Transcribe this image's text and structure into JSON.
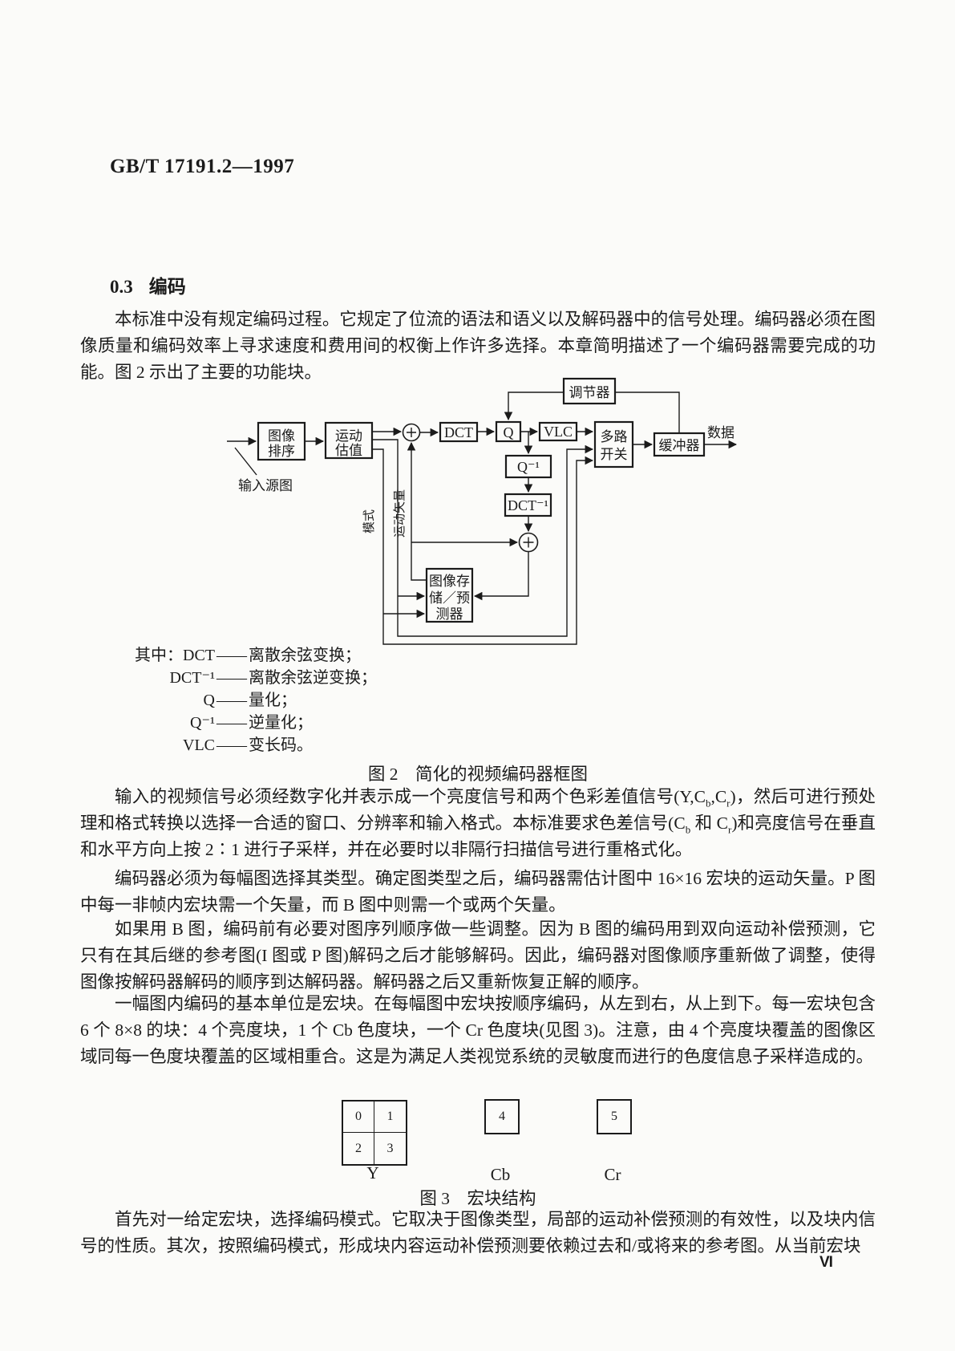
{
  "page": {
    "code": "GB/T 17191.2—1997",
    "number": "VI"
  },
  "section": {
    "number": "0.3",
    "title": "编码"
  },
  "paragraphs": {
    "p1": "本标准中没有规定编码过程。它规定了位流的语法和语义以及解码器中的信号处理。编码器必须在图像质量和编码效率上寻求速度和费用间的权衡上作许多选择。本章简明描述了一个编码器需要完成的功能。图 2 示出了主要的功能块。",
    "p2_parts": [
      "输入的视频信号必须经数字化并表示成一个亮度信号和两个色彩差值信号(Y,C",
      "b",
      ",C",
      "r",
      ")，然后可进行预处理和格式转换以选择一合适的窗口、分辨率和输入格式。本标准要求色差信号(C",
      "b",
      " 和 C",
      "r",
      ")和亮度信号在垂直和水平方向上按 2∶1 进行子采样，并在必要时以非隔行扫描信号进行重格式化。"
    ],
    "p3": "编码器必须为每幅图选择其类型。确定图类型之后，编码器需估计图中 16×16 宏块的运动矢量。P 图中每一非帧内宏块需一个矢量，而 B 图中则需一个或两个矢量。",
    "p4": "如果用 B 图，编码前有必要对图序列顺序做一些调整。因为 B 图的编码用到双向运动补偿预测，它只有在其后继的参考图(I 图或 P 图)解码之后才能够解码。因此，编码器对图像顺序重新做了调整，使得图像按解码器解码的顺序到达解码器。解码器之后又重新恢复正解的顺序。",
    "p5": "一幅图内编码的基本单位是宏块。在每幅图中宏块按顺序编码，从左到右，从上到下。每一宏块包含 6 个 8×8 的块：4 个亮度块，1 个 Cb 色度块，一个 Cr 色度块(见图 3)。注意，由 4 个亮度块覆盖的图像区域同每一色度块覆盖的区域相重合。这是为满足人类视觉系统的灵敏度而进行的色度信息子采样造成的。",
    "p6": "首先对一给定宏块，选择编码模式。它取决于图像类型，局部的运动补偿预测的有效性，以及块内信号的性质。其次，按照编码模式，形成块内容运动补偿预测要依赖过去和/或将来的参考图。从当前宏块"
  },
  "figure2": {
    "caption": "图 2　简化的视频编码器框图",
    "boxes": {
      "reorder_l1": "图像",
      "reorder_l2": "排序",
      "motion_l1": "运动",
      "motion_l2": "估值",
      "dct": "DCT",
      "q": "Q",
      "vlc": "VLC",
      "mux_l1": "多路",
      "mux_l2": "开关",
      "buffer": "缓冲器",
      "regulator": "调节器",
      "q_inv": "Q⁻¹",
      "dct_inv": "DCT⁻¹",
      "store_l1": "图像存",
      "store_l2": "储／预",
      "store_l3": "测器"
    },
    "labels": {
      "input": "输入源图",
      "output": "数据",
      "mode": "模式",
      "motion_vector": "运动矢量"
    },
    "legend_rows": [
      {
        "prefix": "其中：",
        "term": "DCT",
        "dash": "——",
        "desc": "离散余弦变换；"
      },
      {
        "prefix": "",
        "term": "DCT⁻¹",
        "dash": "——",
        "desc": "离散余弦逆变换；"
      },
      {
        "prefix": "",
        "term": "Q",
        "dash": "——",
        "desc": "量化；"
      },
      {
        "prefix": "",
        "term": "Q⁻¹",
        "dash": "——",
        "desc": "逆量化；"
      },
      {
        "prefix": "",
        "term": "VLC",
        "dash": "——",
        "desc": "变长码。"
      }
    ]
  },
  "figure3": {
    "caption": "图 3　宏块结构",
    "y_label": "Y",
    "cb_label": "Cb",
    "cr_label": "Cr",
    "y_cells": [
      "0",
      "1",
      "2",
      "3"
    ],
    "cb_cell": "4",
    "cr_cell": "5"
  }
}
